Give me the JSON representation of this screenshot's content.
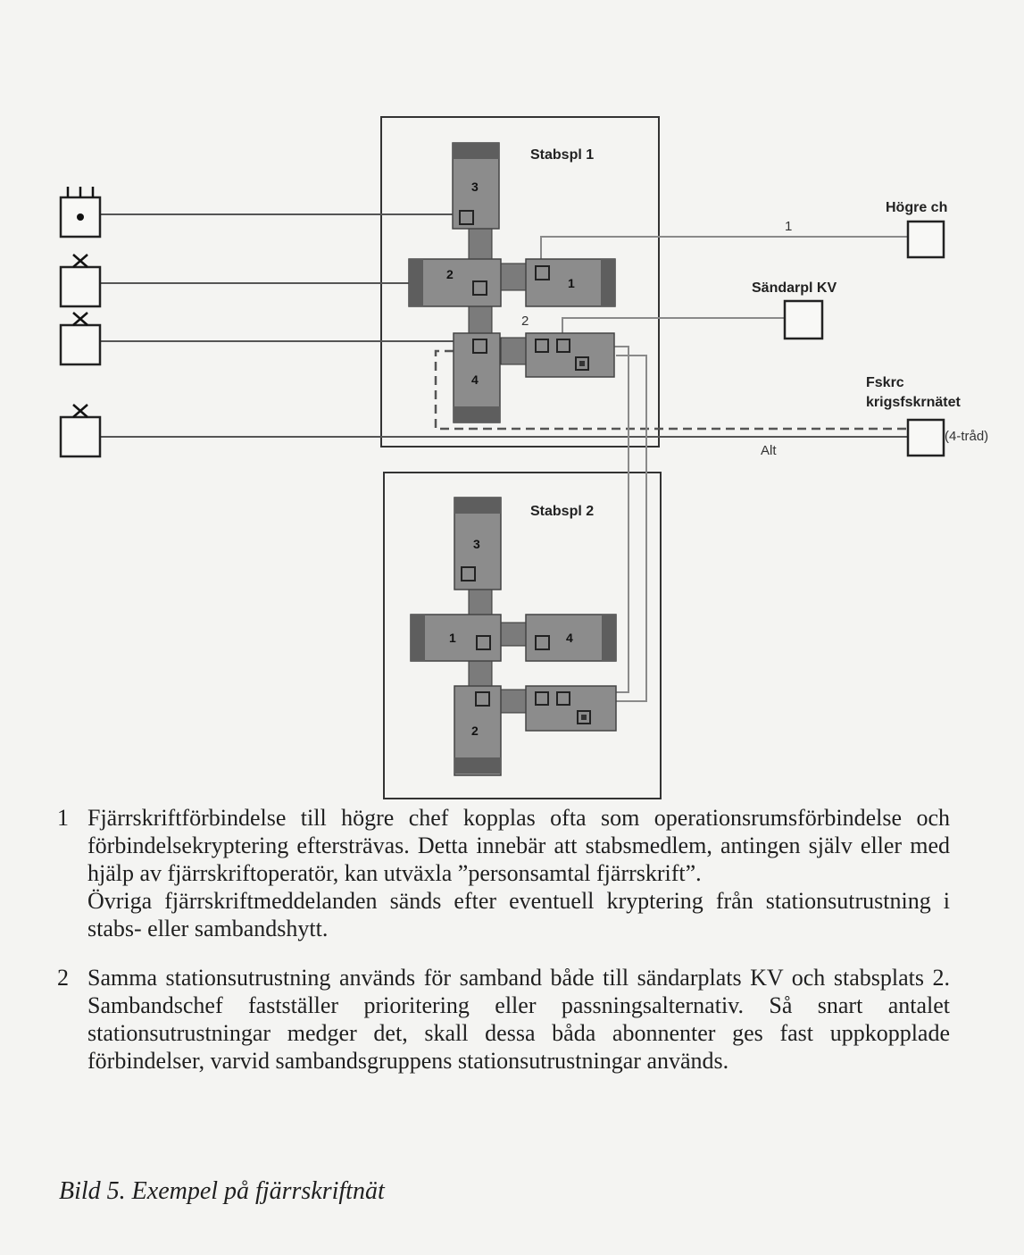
{
  "diagram": {
    "stabspl1_label": "Stabspl 1",
    "stabspl2_label": "Stabspl 2",
    "hogre_ch_label": "Högre ch",
    "sandarpl_label": "Sändarpl KV",
    "fskrc_label_line1": "Fskrc",
    "fskrc_label_line2": "krigsfskrnätet",
    "four_wire_label": "(4-tråd)",
    "alt_label": "Alt",
    "line1_number": "1",
    "line2_number": "2",
    "stab1_units": [
      "3",
      "2",
      "1",
      "4"
    ],
    "stab2_units": [
      "3",
      "1",
      "4",
      "2"
    ]
  },
  "notes": {
    "note1_num": "1",
    "note1_text_a": "Fjärrskriftförbindelse till högre chef kopplas ofta som operationsrumsförbindelse och förbindelsekryptering eftersträvas. Detta innebär att stabsmedlem, antingen själv eller med hjälp av fjärrskriftoperatör, kan utväxla ”personsamtal fjärrskrift”.",
    "note1_text_b": "Övriga fjärrskriftmeddelanden sänds efter eventuell kryptering från stationsutrustning i stabs- eller sambandshytt.",
    "note2_num": "2",
    "note2_text": "Samma stationsutrustning används för samband både till sändarplats KV och stabsplats 2. Sambandschef fastställer prioritering eller passningsalternativ. Så snart antalet stationsutrustningar medger det, skall dessa båda abonnenter ges fast uppkopplade förbindelser, varvid sambandsgruppens stationsutrustningar används."
  },
  "caption": "Bild 5. Exempel på fjärrskriftnät"
}
